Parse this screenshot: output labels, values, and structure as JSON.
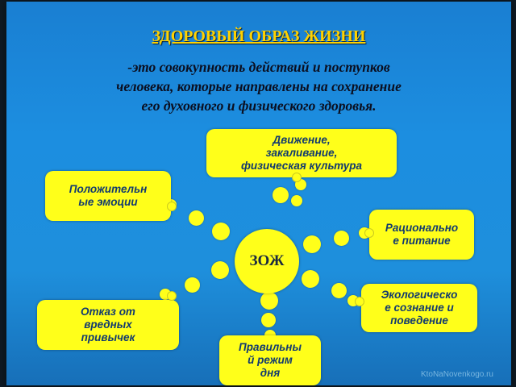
{
  "title": "ЗДОРОВЫЙ ОБРАЗ ЖИЗНИ",
  "subtitle_lines": [
    "-это совокупность действий и поступков",
    "человека, которые направлены на сохранение",
    "его духовного и физического здоровья."
  ],
  "center": "ЗОЖ",
  "boxes": {
    "movement": [
      "Движение,",
      "закаливание,",
      "физическая культура"
    ],
    "positive_emotions": [
      "Положительн",
      "ые эмоции"
    ],
    "nutrition": [
      "Рационально",
      "е питание"
    ],
    "ecology": [
      "Экологическо",
      "е сознание и",
      "поведение"
    ],
    "bad_habits": [
      "Отказ от",
      "вредных",
      "привычек"
    ],
    "routine": [
      "Правильны",
      "й режим",
      "дня"
    ]
  },
  "watermark": "KtoNaNovenkogo.ru",
  "colors": {
    "background": "#1c8ee0",
    "box": "#ffff1a",
    "title": "#ffd200",
    "box_text": "#123a6f"
  }
}
